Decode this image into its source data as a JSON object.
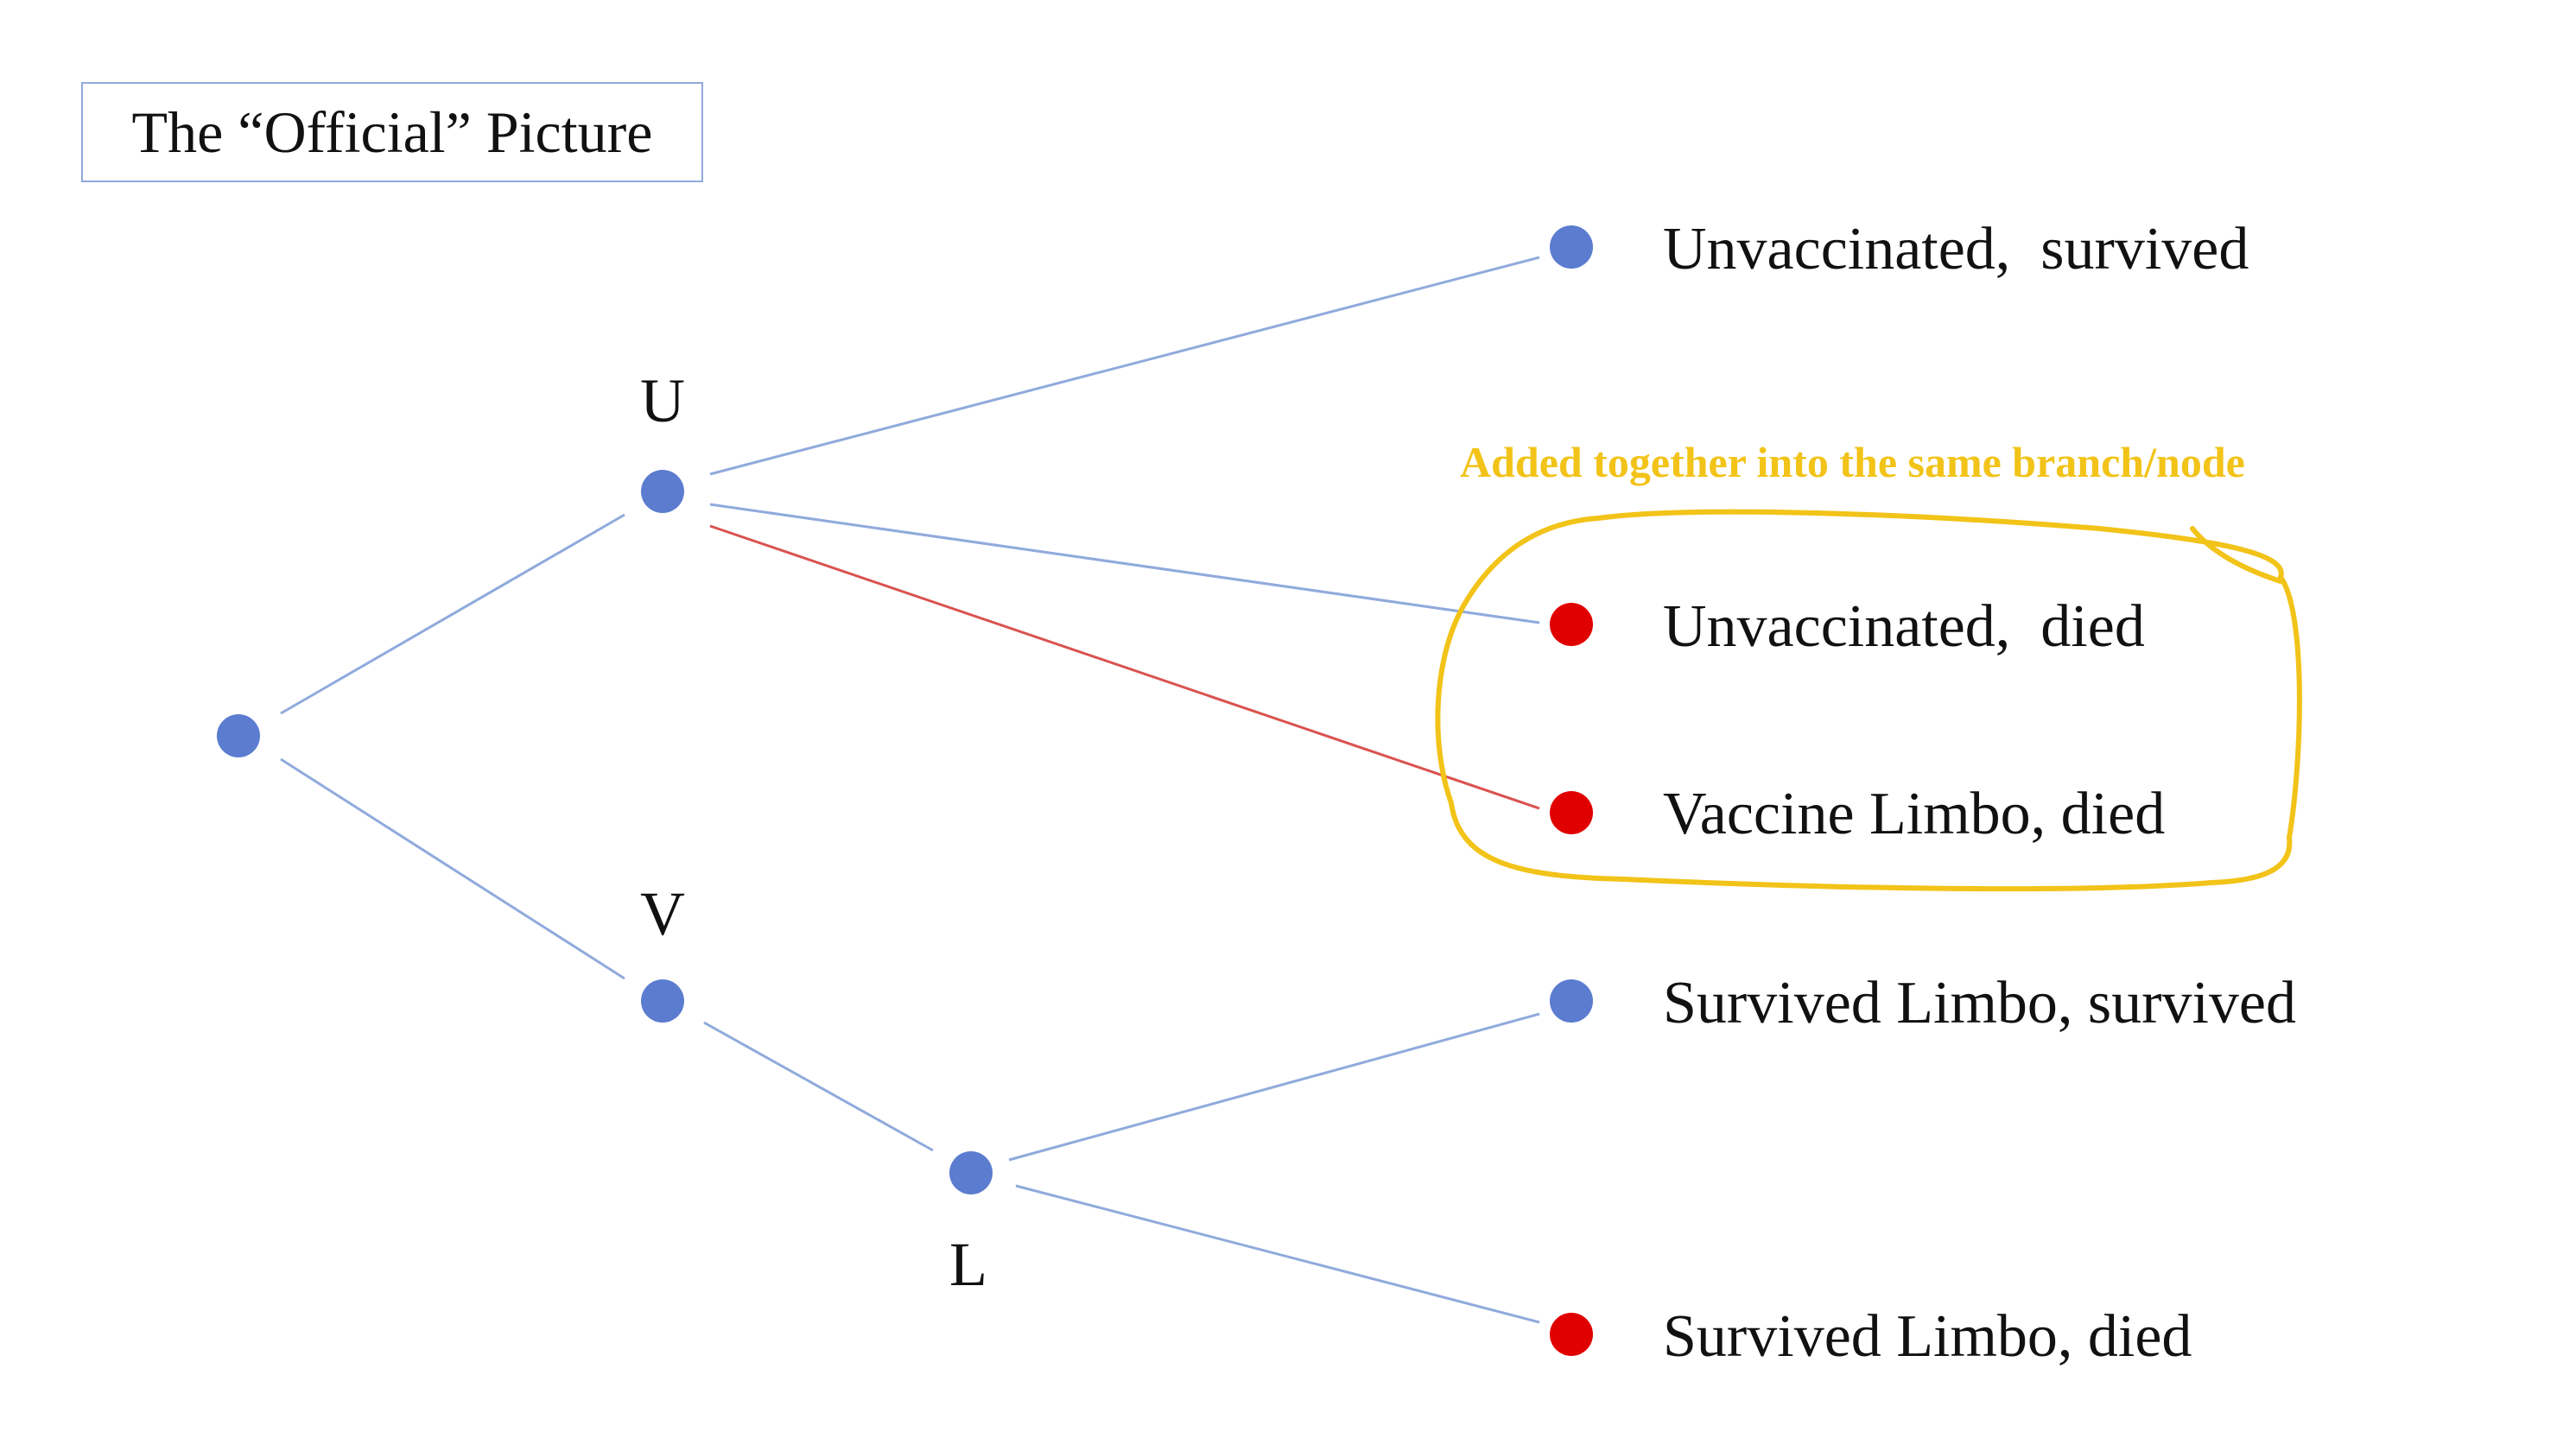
{
  "title": "The “Official” Picture",
  "annotation": "Added together into the same branch/node",
  "colors": {
    "node_blue": "#5b7ccf",
    "node_red": "#e00000",
    "edge_blue": "#8faadc",
    "edge_red": "#d9534f",
    "highlight": "#f2c318",
    "title_border": "#8faadc"
  },
  "nodes": {
    "root": {
      "label": "",
      "color": "blue"
    },
    "u": {
      "label": "U",
      "color": "blue"
    },
    "v": {
      "label": "V",
      "color": "blue"
    },
    "l": {
      "label": "L",
      "color": "blue"
    }
  },
  "leaves": [
    {
      "label": "Unvaccinated,  survived",
      "color": "blue"
    },
    {
      "label": "Unvaccinated,  died",
      "color": "red"
    },
    {
      "label": "Vaccine Limbo, died",
      "color": "red"
    },
    {
      "label": "Survived Limbo, survived",
      "color": "blue"
    },
    {
      "label": "Survived Limbo, died",
      "color": "red"
    }
  ]
}
